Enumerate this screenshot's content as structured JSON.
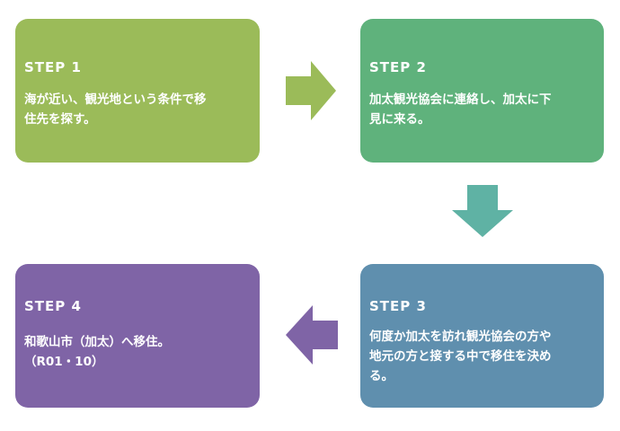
{
  "steps": [
    {
      "title": "STEP 1",
      "body": "海が近い、観光地という条件で移\n住先を探す。",
      "color": "#9bbb59"
    },
    {
      "title": "STEP 2",
      "body": "加太観光協会に連絡し、加太に下\n見に来る。",
      "color": "#5fb27c"
    },
    {
      "title": "STEP 3",
      "body": "何度か加太を訪れ観光協会の方や\n地元の方と接する中で移住を決め\nる。",
      "color": "#5f8fae"
    },
    {
      "title": "STEP 4",
      "body": "和歌山市（加太）へ移住。\n（R01・10）",
      "color": "#7f64a6"
    }
  ],
  "arrows": [
    {
      "name": "arrow-right-1-to-2",
      "color": "#9bbb59"
    },
    {
      "name": "arrow-down-2-to-3",
      "color": "#5fb2a4"
    },
    {
      "name": "arrow-left-3-to-4",
      "color": "#7f64a6"
    }
  ]
}
